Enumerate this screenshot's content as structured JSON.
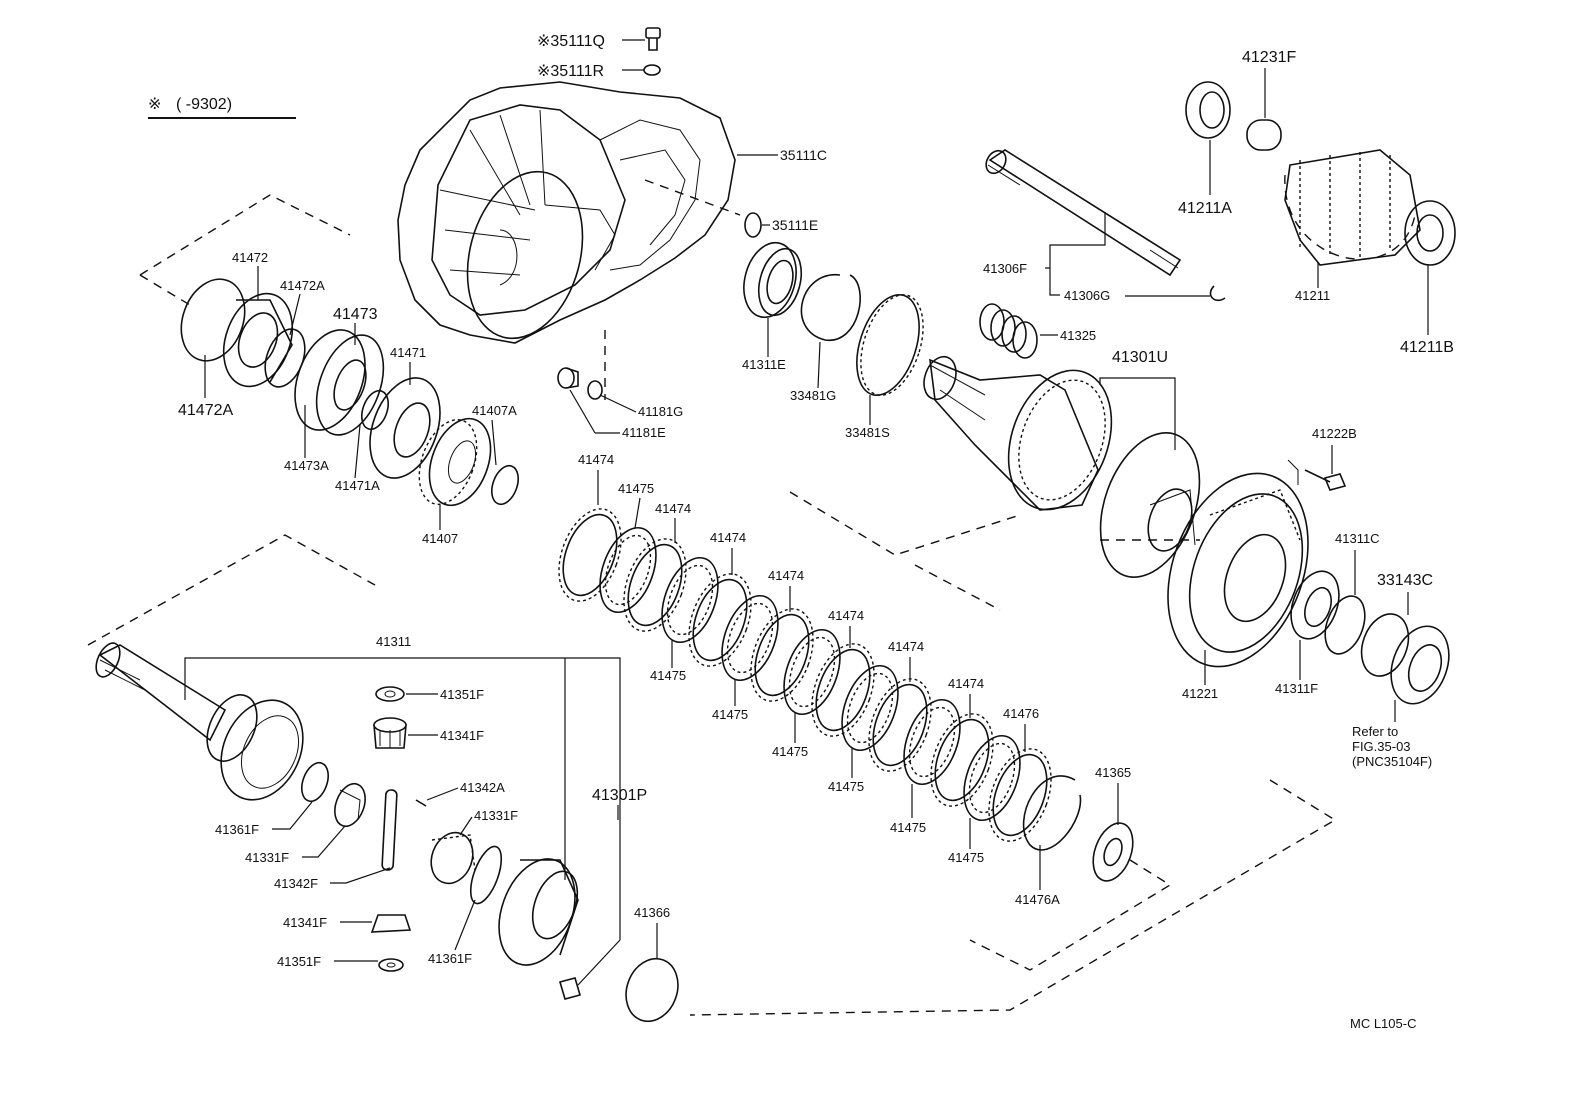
{
  "note": {
    "mark": "※",
    "range": "( -9302)"
  },
  "code": "MC L105-C",
  "refer": {
    "line1": "Refer to",
    "line2": "FIG.35-03",
    "line3": "(PNC35104F)"
  },
  "parts": {
    "p35111Q": "※35111Q",
    "p35111R": "※35111R",
    "p35111C": "35111C",
    "p35111E": "35111E",
    "p41472": "41472",
    "p41472A_top": "41472A",
    "p41472A_bottom": "41472A",
    "p41473": "41473",
    "p41471": "41471",
    "p41473A": "41473A",
    "p41471A": "41471A",
    "p41407A": "41407A",
    "p41407": "41407",
    "p41181G": "41181G",
    "p41181E": "41181E",
    "p41311E": "41311E",
    "p33481G": "33481G",
    "p33481S": "33481S",
    "p41306F": "41306F",
    "p41306G": "41306G",
    "p41325": "41325",
    "p41301U": "41301U",
    "p41231F": "41231F",
    "p41211A": "41211A",
    "p41211": "41211",
    "p41211B": "41211B",
    "p41222B": "41222B",
    "p41311C": "41311C",
    "p33143C": "33143C",
    "p41221": "41221",
    "p41311F": "41311F",
    "p41365": "41365",
    "p41476": "41476",
    "p41476A": "41476A",
    "p41366": "41366",
    "p41311": "41311",
    "p41351F_top": "41351F",
    "p41341F_top": "41341F",
    "p41342A": "41342A",
    "p41331F_right": "41331F",
    "p41301P": "41301P",
    "p41361F_left": "41361F",
    "p41331F_left": "41331F",
    "p41342F": "41342F",
    "p41341F_bottom": "41341F",
    "p41351F_bottom": "41351F",
    "p41361F_bottom": "41361F",
    "p41474_1": "41474",
    "p41474_2": "41474",
    "p41474_3": "41474",
    "p41474_4": "41474",
    "p41474_5": "41474",
    "p41474_6": "41474",
    "p41474_7": "41474",
    "p41475_top": "41475",
    "p41475_1": "41475",
    "p41475_2": "41475",
    "p41475_3": "41475",
    "p41475_4": "41475",
    "p41475_5": "41475",
    "p41475_6": "41475"
  }
}
